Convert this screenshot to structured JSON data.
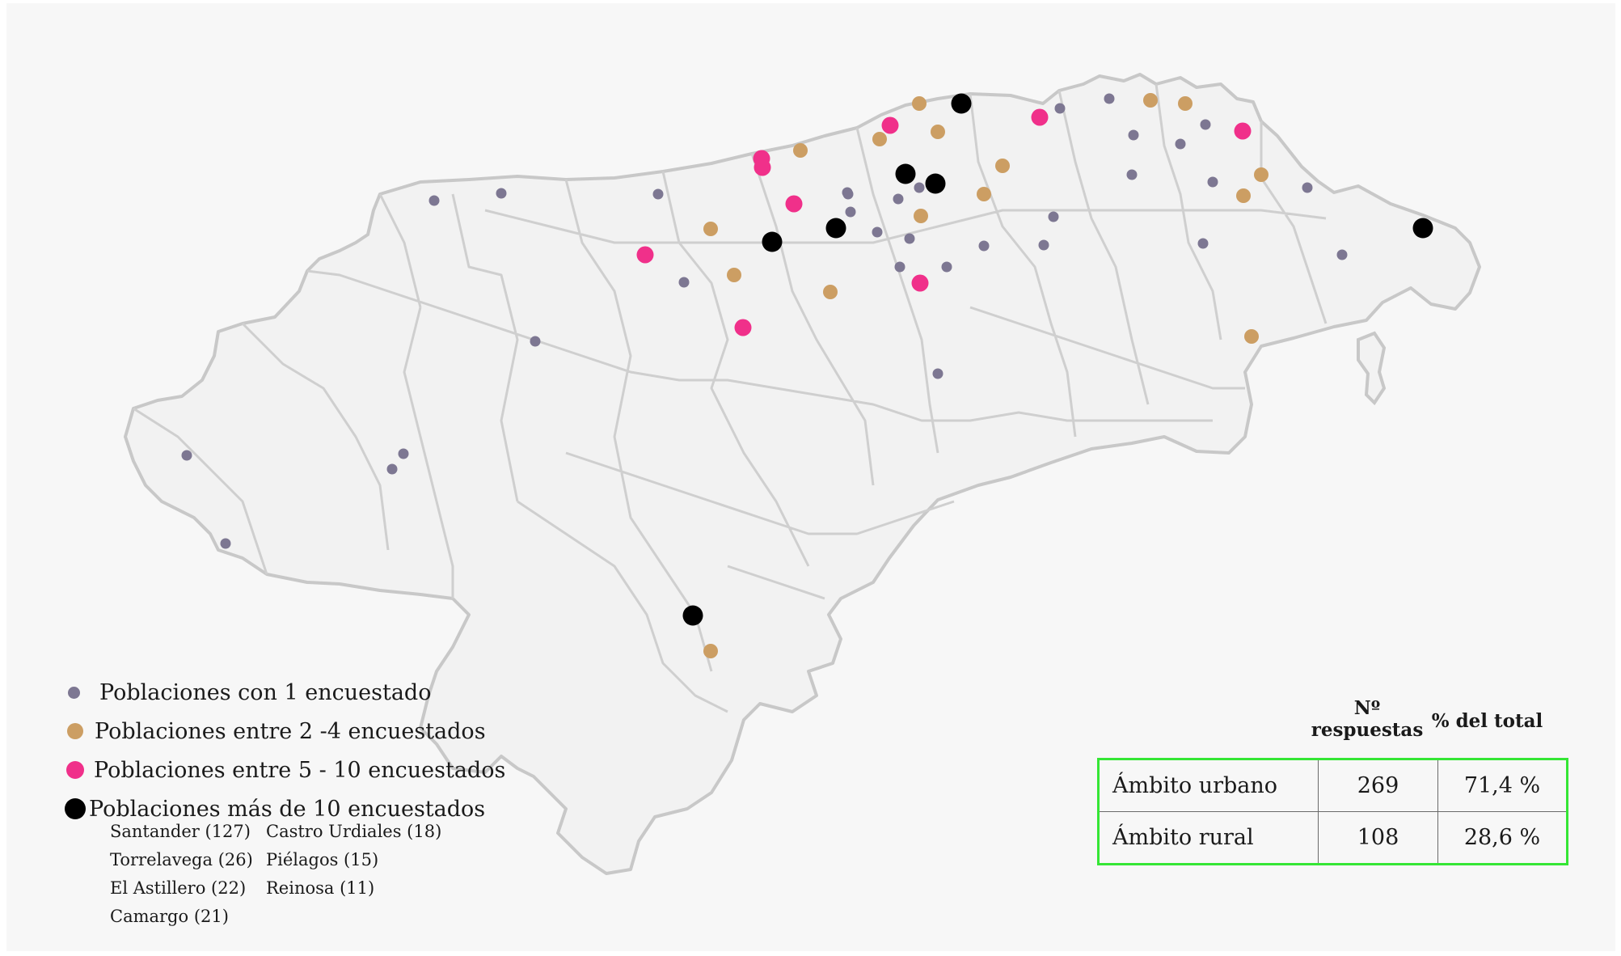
{
  "colors": {
    "background": "#f7f7f7",
    "region_fill": "#f2f2f2",
    "border": "#c8c8c8",
    "one": "#7d7792",
    "two_four": "#cc9e63",
    "five_ten": "#f0308a",
    "more_ten": "#000000",
    "table_border": "#35e635"
  },
  "legend": [
    {
      "label": "Poblaciones con 1 encuestado",
      "category": "one",
      "icon": "small-dot"
    },
    {
      "label": "Poblaciones entre 2 -4 encuestados",
      "category": "two_four",
      "icon": "medium-dot"
    },
    {
      "label": "Poblaciones entre 5 - 10 encuestados",
      "category": "five_ten",
      "icon": "large-dot"
    },
    {
      "label": "Poblaciones más de 10 encuestados",
      "category": "more_ten",
      "icon": "largest-dot"
    }
  ],
  "major_cities": [
    "Santander (127)",
    "Castro Urdiales (18)",
    "Torrelavega (26)",
    "Piélagos (15)",
    "El Astillero (22)",
    "Reinosa (11)",
    "Camargo (21)"
  ],
  "stats": {
    "header_responses": "Nº respuestas",
    "header_percent": "% del total",
    "rows": [
      {
        "label": "Ámbito urbano",
        "count": "269",
        "percent": "71,4 %"
      },
      {
        "label": "Ámbito rural",
        "count": "108",
        "percent": "28,6 %"
      }
    ]
  }
}
